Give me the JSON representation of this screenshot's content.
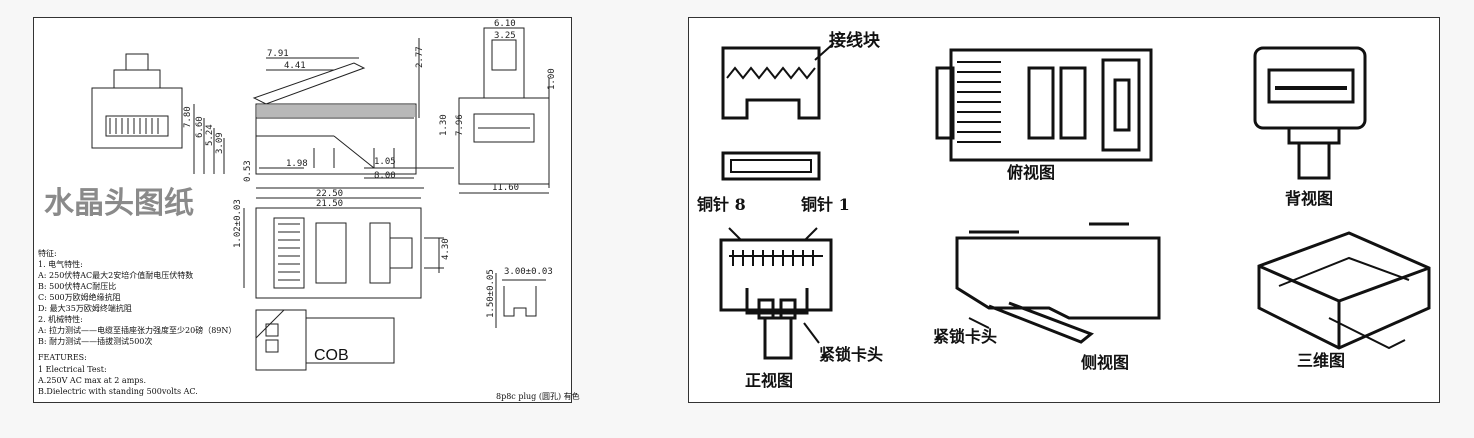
{
  "left_panel": {
    "title": "水晶头图纸",
    "dimensions": {
      "d1": "6.10",
      "d2": "3.25",
      "d3": "7.91",
      "d4": "4.41",
      "d5": "2.77",
      "d6": "7.80",
      "d7": "6.60",
      "d8": "5.24",
      "d9": "3.09",
      "d10": "1.98",
      "d11": "1.30",
      "d12": "7.96",
      "d13": "1.00",
      "d14": "1.05",
      "d15": "8.00",
      "d16": "11.60",
      "d17": "0.53",
      "d18": "22.50",
      "d19": "21.50",
      "d20": "1.02±0.03",
      "d21": "4.30",
      "d22": "3.00±0.03",
      "d23": "1.50±0.05"
    },
    "cob_label": "COB",
    "specs": [
      "特征:",
      "1. 电气特性:",
      "A: 250伏特AC最大2安培介值耐电压伏特数",
      "B: 500伏特AC耐压比",
      "C: 500万欧姆绝缘抗阻",
      "D: 最大35万欧姆终端抗阻",
      "2. 机械特性:",
      "A: 拉力测试——电缆至插座张力强度至少20磅（89N）",
      "B: 耐力测试——插拔测试500次"
    ],
    "features_heading": "FEATURES:",
    "features": [
      "1 Electrical Test:",
      "A.250V AC max at 2 amps.",
      "B.Dielectric with standing 500volts AC."
    ],
    "footnote": "8p8c plug (圆孔) 有色"
  },
  "right_panel": {
    "labels": {
      "terminal_block": "接线块",
      "top_view": "俯视图",
      "back_view": "背视图",
      "pin8": "铜针 8",
      "pin1": "铜针 1",
      "latch_front": "紧锁卡头",
      "front_view": "正视图",
      "latch_side": "紧锁卡头",
      "side_view": "侧视图",
      "view_3d": "三维图"
    }
  }
}
